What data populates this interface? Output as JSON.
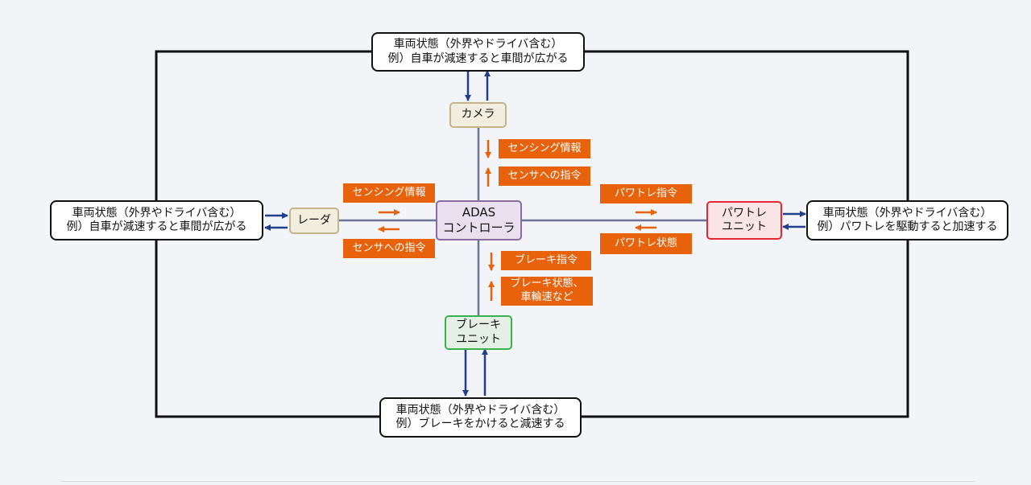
{
  "state_top": {
    "line1": "車両状態（外界やドライバ含む）",
    "line2": "例）自車が減速すると車間が広がる"
  },
  "state_left": {
    "line1": "車両状態（外界やドライバ含む）",
    "line2": "例）自車が減速すると車間が広がる"
  },
  "state_right": {
    "line1": "車両状態（外界やドライバ含む）",
    "line2": "例）パワトレを駆動すると加速する"
  },
  "state_bottom": {
    "line1": "車両状態（外界やドライバ含む）",
    "line2": "例）ブレーキをかけると減速する"
  },
  "camera": {
    "label": "カメラ"
  },
  "radar": {
    "label": "レーダ"
  },
  "adas": {
    "line1": "ADAS",
    "line2": "コントローラ"
  },
  "powertrain": {
    "line1": "パワトレ",
    "line2": "ユニット"
  },
  "brake": {
    "line1": "ブレーキ",
    "line2": "ユニット"
  },
  "tags": {
    "camera_sensing": "センシング情報",
    "camera_command": "センサへの指令",
    "radar_sensing": "センシング情報",
    "radar_command": "センサへの指令",
    "pt_command": "パワトレ指令",
    "pt_status": "パワトレ状態",
    "brake_command": "ブレーキ指令",
    "brake_status_line1": "ブレーキ状態、",
    "brake_status_line2": "車輪速など"
  },
  "colors": {
    "loop_line": "#111111",
    "bus_line": "#6b7497",
    "blue_arrow": "#1f3f8c",
    "orange_arrow": "#e8620c"
  }
}
